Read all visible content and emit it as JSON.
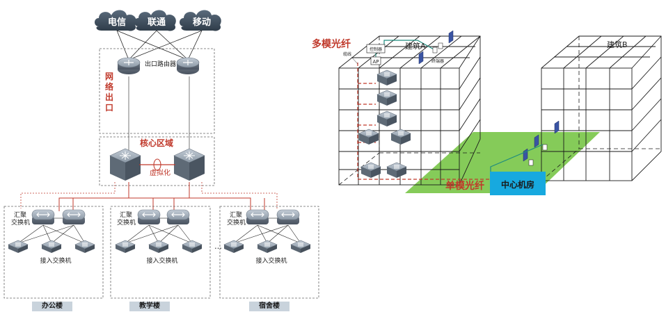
{
  "isps": [
    {
      "name": "电信"
    },
    {
      "name": "联通"
    },
    {
      "name": "移动"
    }
  ],
  "egress": {
    "router_label": "出口路由器",
    "zone_title_chars": [
      "网",
      "络",
      "出",
      "口"
    ]
  },
  "core": {
    "title": "核心区域",
    "virtual_label": "虚拟化"
  },
  "groups": [
    {
      "agg_line1": "汇聚",
      "agg_line2": "交换机",
      "access_label": "接入交换机",
      "building": "办公楼"
    },
    {
      "agg_line1": "汇聚",
      "agg_line2": "交换机",
      "access_label": "接入交换机",
      "building": "教学楼"
    },
    {
      "agg_line1": "汇聚",
      "agg_line2": "交换机",
      "access_label": "接入交换机",
      "building": "宿舍楼"
    }
  ],
  "ellipsis": "…",
  "campus": {
    "multimode_label": "多模光纤",
    "singlemode_label": "单模光纤",
    "building_a": "建筑A",
    "building_b": "建筑B",
    "datacenter": "中心机房",
    "small_labels": {
      "trunk": "缆线",
      "ap": "AP",
      "controller": "控制器",
      "terminal": "终端器"
    }
  },
  "colors": {
    "red": "#c0392b",
    "cloud": "#3d4e5e",
    "green": "#7ec850",
    "teal": "#1e8c7e",
    "datacenter": "#17a9df",
    "device_blue": "#3a54a3"
  }
}
